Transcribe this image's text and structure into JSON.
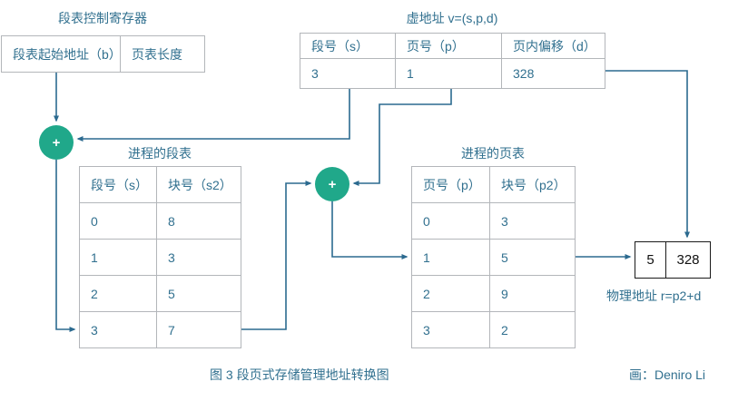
{
  "colors": {
    "line_blue": "#2b6a8f",
    "text_blue": "#31708f",
    "adder_green": "#20a88a",
    "table_border": "#b3b6ba",
    "phys_border": "#1a1a1a"
  },
  "register": {
    "title": "段表控制寄存器",
    "cells": [
      "段表起始地址（b）",
      "页表长度"
    ]
  },
  "virtual_address": {
    "title": "虚地址 v=(s,p,d)",
    "headers": [
      "段号（s）",
      "页号（p）",
      "页内偏移（d）"
    ],
    "values": [
      "3",
      "1",
      "328"
    ]
  },
  "segment_table": {
    "title": "进程的段表",
    "headers": [
      "段号（s）",
      "块号（s2）"
    ],
    "rows": [
      [
        "0",
        "8"
      ],
      [
        "1",
        "3"
      ],
      [
        "2",
        "5"
      ],
      [
        "3",
        "7"
      ]
    ]
  },
  "page_table": {
    "title": "进程的页表",
    "headers": [
      "页号（p）",
      "块号（p2）"
    ],
    "rows": [
      [
        "0",
        "3"
      ],
      [
        "1",
        "5"
      ],
      [
        "2",
        "9"
      ],
      [
        "3",
        "2"
      ]
    ]
  },
  "physical_address": {
    "cells": [
      "5",
      "328"
    ],
    "label": "物理地址 r=p2+d"
  },
  "adders": {
    "left": "+",
    "middle": "+"
  },
  "caption": "图 3  段页式存储管理地址转换图",
  "credit": "画：Deniro Li"
}
